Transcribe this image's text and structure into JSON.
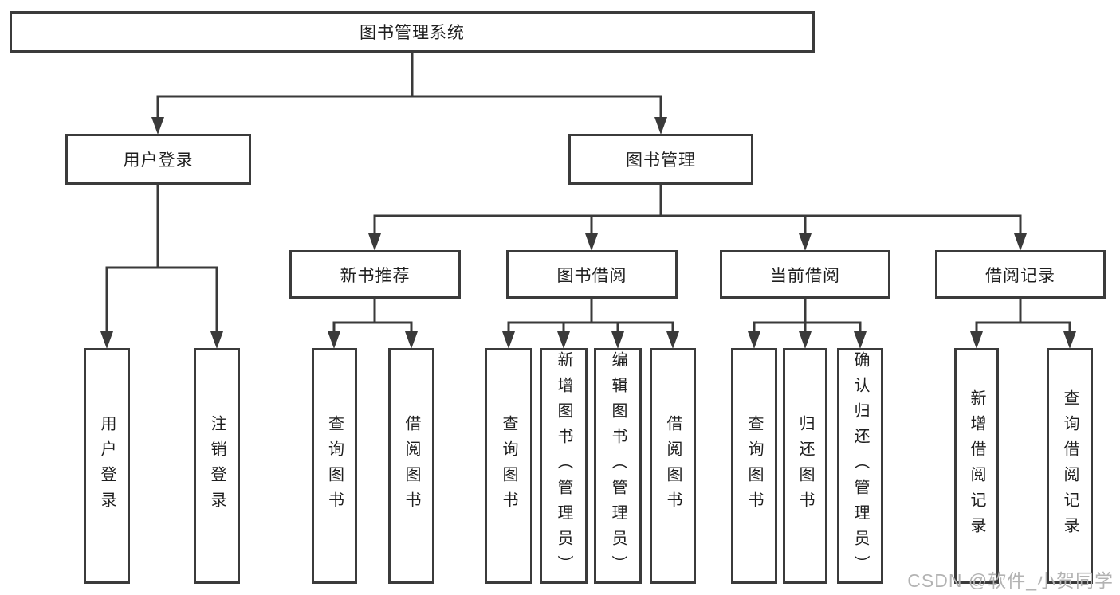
{
  "tree": {
    "label": "图书管理系统",
    "children": [
      {
        "label": "用户登录",
        "children": [
          {
            "label": "用户登录"
          },
          {
            "label": "注销登录"
          }
        ]
      },
      {
        "label": "图书管理",
        "children": [
          {
            "label": "新书推荐",
            "children": [
              {
                "label": "查询图书"
              },
              {
                "label": "借阅图书"
              }
            ]
          },
          {
            "label": "图书借阅",
            "children": [
              {
                "label": "查询图书"
              },
              {
                "label": "新增图书（管理员）"
              },
              {
                "label": "编辑图书（管理员）"
              },
              {
                "label": "借阅图书"
              }
            ]
          },
          {
            "label": "当前借阅",
            "children": [
              {
                "label": "查询图书"
              },
              {
                "label": "归还图书"
              },
              {
                "label": "确认归还（管理员）"
              }
            ]
          },
          {
            "label": "借阅记录",
            "children": [
              {
                "label": "新增借阅记录"
              },
              {
                "label": "查询借阅记录"
              }
            ]
          }
        ]
      }
    ]
  },
  "watermark": {
    "text": "CSDN @软件_小贺同学"
  },
  "colors": {
    "line": "#3a3a3a",
    "box_border": "#3b3b3b",
    "text": "#1f1f1f",
    "background": "#ffffff",
    "watermark": "#b3b3b3"
  }
}
